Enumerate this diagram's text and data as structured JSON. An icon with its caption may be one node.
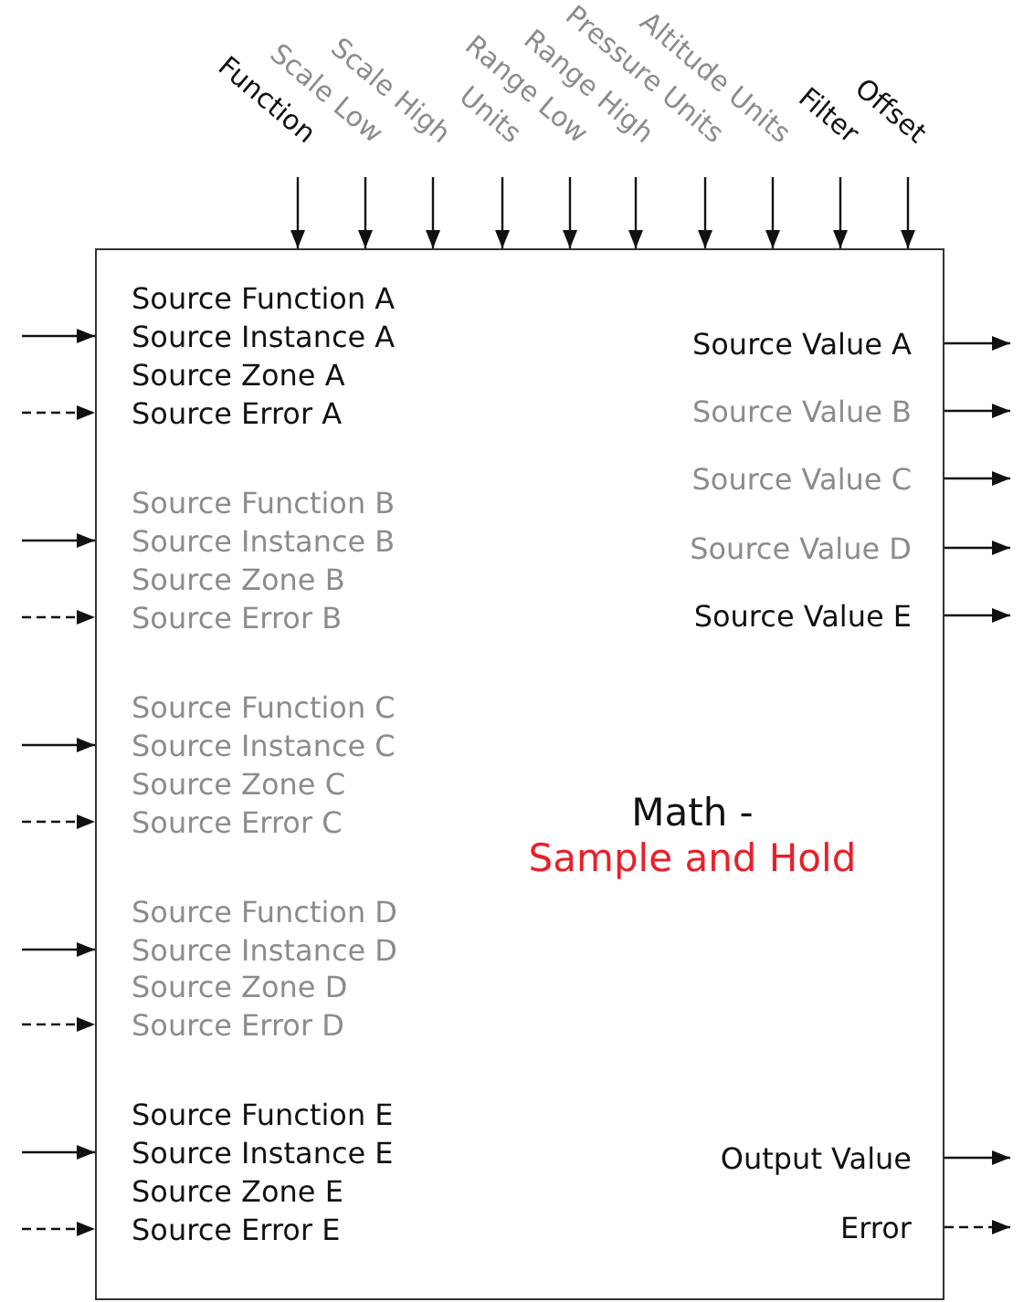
{
  "diagram": {
    "nodes": [
      {
        "text": [
          "Function"
        ]
      },
      {
        "text": [
          "Scale Low"
        ]
      },
      {
        "text": [
          "Scale High"
        ]
      },
      {
        "text": [
          "Units"
        ]
      },
      {
        "text": [
          "Range Low"
        ]
      },
      {
        "text": [
          "Range High"
        ]
      },
      {
        "text": [
          "Pressure Units"
        ]
      },
      {
        "text": [
          "Altitude Units"
        ]
      },
      {
        "text": [
          "Filter"
        ]
      },
      {
        "text": [
          "Offset"
        ]
      },
      {
        "text": [
          "Math -",
          "Sample and Hold"
        ]
      },
      {
        "text": [
          "Source Function A"
        ],
        "in": 10
      },
      {
        "text": [
          "Source Instance A"
        ],
        "in": 10
      },
      {
        "text": [
          "Source Zone A"
        ],
        "in": 10
      },
      {
        "text": [
          "Source Error A"
        ],
        "in": 10
      },
      {
        "text": [
          "Source Function B"
        ],
        "in": 10
      },
      {
        "text": [
          "Source Instance B"
        ],
        "in": 10
      },
      {
        "text": [
          "Source Zone B"
        ],
        "in": 10
      },
      {
        "text": [
          "Source Error B"
        ],
        "in": 10
      },
      {
        "text": [
          "Source Function C"
        ],
        "in": 10
      },
      {
        "text": [
          "Source Instance C"
        ],
        "in": 10
      },
      {
        "text": [
          "Source Zone C"
        ],
        "in": 10
      },
      {
        "text": [
          "Source Error C"
        ],
        "in": 10
      },
      {
        "text": [
          "Source Function D"
        ],
        "in": 10
      },
      {
        "text": [
          "Source Instance D"
        ],
        "in": 10
      },
      {
        "text": [
          "Source Zone D"
        ],
        "in": 10
      },
      {
        "text": [
          "Source Error D"
        ],
        "in": 10
      },
      {
        "text": [
          "Source Function E"
        ],
        "in": 10
      },
      {
        "text": [
          "Source Instance E"
        ],
        "in": 10
      },
      {
        "text": [
          "Source Zone E"
        ],
        "in": 10
      },
      {
        "text": [
          "Source Error E"
        ],
        "in": 10
      },
      {
        "text": [
          "Source Value A"
        ],
        "in": 10
      },
      {
        "text": [
          "Source Value B"
        ],
        "in": 10
      },
      {
        "text": [
          "Source Value C"
        ],
        "in": 10
      },
      {
        "text": [
          "Source Value D"
        ],
        "in": 10
      },
      {
        "text": [
          "Source Value E"
        ],
        "in": 10
      },
      {
        "text": [
          "Output Value"
        ],
        "in": 10
      },
      {
        "text": [
          "Error"
        ],
        "in": 10
      }
    ],
    "edges": [
      {
        "from": 0,
        "to": 10,
        "arrow": "to"
      },
      {
        "from": 1,
        "to": 10,
        "arrow": "to"
      },
      {
        "from": 2,
        "to": 10,
        "arrow": "to"
      },
      {
        "from": 3,
        "to": 10,
        "arrow": "to"
      },
      {
        "from": 4,
        "to": 10,
        "arrow": "to"
      },
      {
        "from": 5,
        "to": 10,
        "arrow": "to"
      },
      {
        "from": 6,
        "to": 10,
        "arrow": "to"
      },
      {
        "from": 7,
        "to": 10,
        "arrow": "to"
      },
      {
        "from": 8,
        "to": 10,
        "arrow": "to"
      },
      {
        "from": 9,
        "to": 10,
        "arrow": "to"
      },
      {
        "from": null,
        "to": 12,
        "arrow": "to"
      },
      {
        "from": null,
        "to": 14,
        "arrow": "to",
        "style": "dashed"
      },
      {
        "from": null,
        "to": 16,
        "arrow": "to"
      },
      {
        "from": null,
        "to": 18,
        "arrow": "to",
        "style": "dashed"
      },
      {
        "from": null,
        "to": 20,
        "arrow": "to"
      },
      {
        "from": null,
        "to": 22,
        "arrow": "to",
        "style": "dashed"
      },
      {
        "from": null,
        "to": 24,
        "arrow": "to"
      },
      {
        "from": null,
        "to": 26,
        "arrow": "to",
        "style": "dashed"
      },
      {
        "from": null,
        "to": 28,
        "arrow": "to"
      },
      {
        "from": null,
        "to": 30,
        "arrow": "to",
        "style": "dashed"
      },
      {
        "from": 31,
        "to": null,
        "arrow": "to"
      },
      {
        "from": 32,
        "to": null,
        "arrow": "to"
      },
      {
        "from": 33,
        "to": null,
        "arrow": "to"
      },
      {
        "from": 34,
        "to": null,
        "arrow": "to"
      },
      {
        "from": 35,
        "to": null,
        "arrow": "to"
      },
      {
        "from": 36,
        "to": null,
        "arrow": "to"
      },
      {
        "from": 37,
        "to": null,
        "arrow": "to",
        "style": "dashed"
      }
    ]
  }
}
